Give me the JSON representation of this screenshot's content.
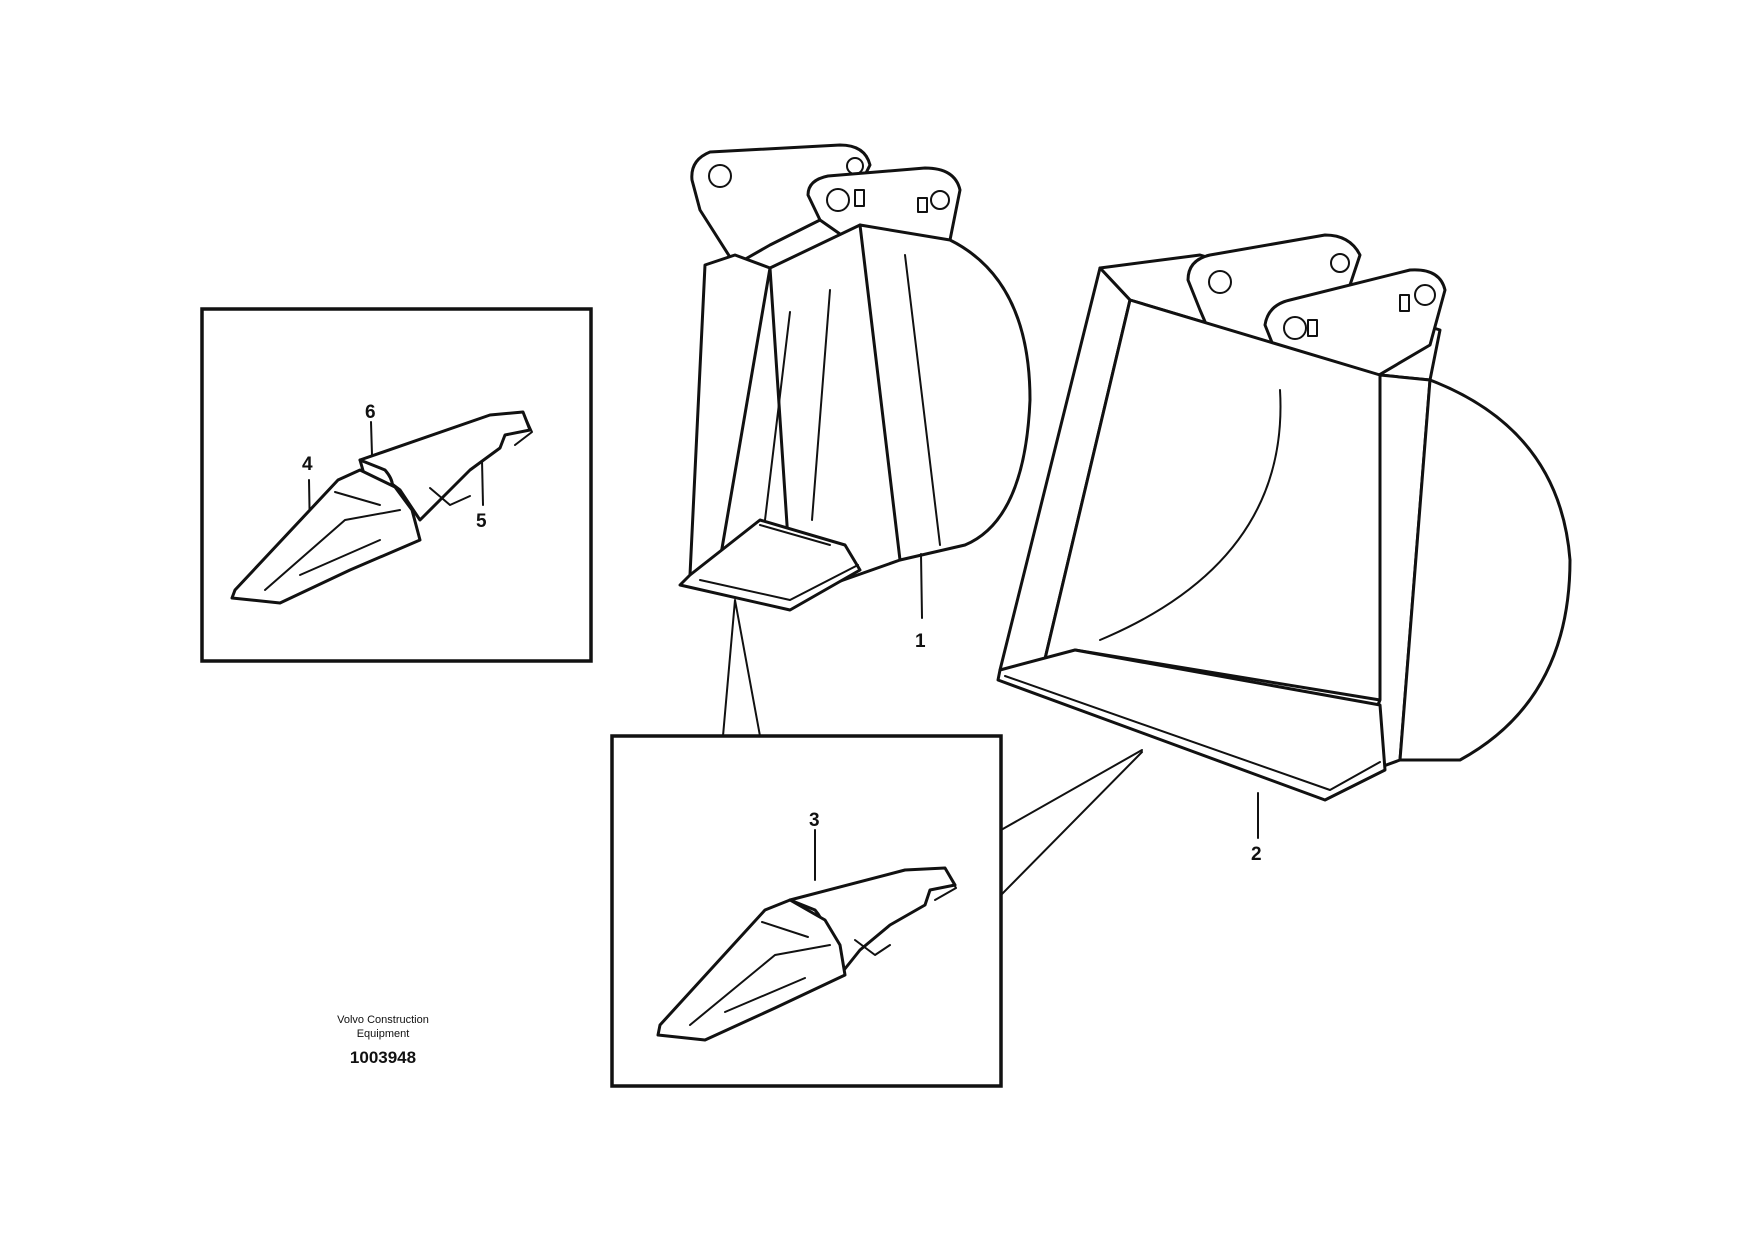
{
  "callouts": {
    "c1": "1",
    "c2": "2",
    "c3": "3",
    "c4": "4",
    "c5": "5",
    "c6": "6"
  },
  "stamp": {
    "maker_line1": "Volvo Construction",
    "maker_line2": "Equipment",
    "doc_number": "1003948"
  }
}
